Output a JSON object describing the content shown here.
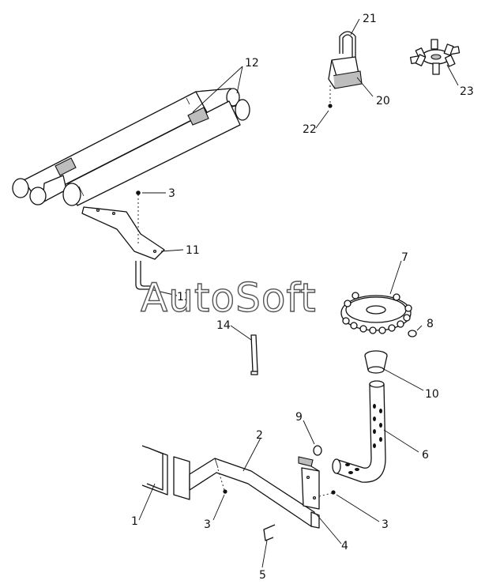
{
  "watermark": "AutoSoft",
  "callouts": {
    "c1": "1",
    "c2": "2",
    "c3_top": "3",
    "c3_bottom_left": "3",
    "c3_bottom_right": "3",
    "c4": "4",
    "c5": "5",
    "c6": "6",
    "c7": "7",
    "c8": "8",
    "c9": "9",
    "c10": "10",
    "c11": "11",
    "c12": "12",
    "c13": "13",
    "c14": "14",
    "c20": "20",
    "c21": "21",
    "c22": "22",
    "c23": "23"
  },
  "colors": {
    "line": "#111111",
    "shade": "#bdbdbd",
    "background": "#ffffff"
  }
}
